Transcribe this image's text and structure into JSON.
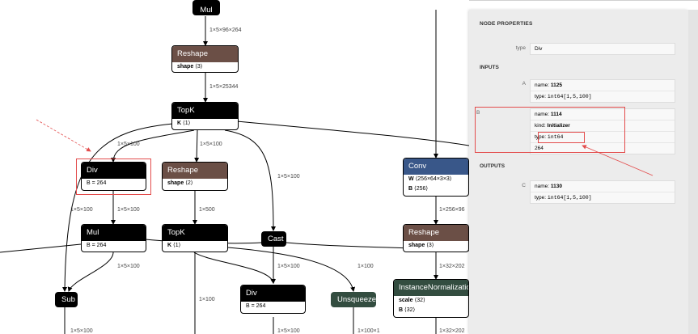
{
  "graph": {
    "nodes": {
      "mul_top": {
        "title": "Mul"
      },
      "reshape1": {
        "title": "Reshape",
        "attr_key": "shape",
        "attr_val": "⟨3⟩"
      },
      "topk1": {
        "title": "TopK",
        "attr_key": "K",
        "attr_val": "⟨1⟩"
      },
      "div1": {
        "title": "Div",
        "attr_key": "B",
        "attr_val": "= 264"
      },
      "reshape2": {
        "title": "Reshape",
        "attr_key": "shape",
        "attr_val": "⟨2⟩"
      },
      "mul2": {
        "title": "Mul",
        "attr_key": "B",
        "attr_val": "= 264"
      },
      "topk2": {
        "title": "TopK",
        "attr_key": "K",
        "attr_val": "⟨1⟩"
      },
      "cast": {
        "title": "Cast"
      },
      "sub": {
        "title": "Sub"
      },
      "div2": {
        "title": "Div",
        "attr_key": "B",
        "attr_val": "= 264"
      },
      "unsqueeze": {
        "title": "Unsqueeze"
      },
      "conv": {
        "title": "Conv",
        "attr1_key": "W",
        "attr1_val": "⟨256×64×3×3⟩",
        "attr2_key": "B",
        "attr2_val": "⟨256⟩"
      },
      "reshape3": {
        "title": "Reshape",
        "attr_key": "shape",
        "attr_val": "⟨3⟩"
      },
      "instnorm": {
        "title": "InstanceNormalization",
        "attr1_key": "scale",
        "attr1_val": "⟨32⟩",
        "attr2_key": "B",
        "attr2_val": "⟨32⟩"
      }
    },
    "edge_labels": {
      "e1": "1×5×96×264",
      "e2": "1×5×25344",
      "e3": "1×5×100",
      "e4": "1×5×100",
      "e5": "1×5×100",
      "e6": "1×5×100",
      "e7": "1×5×100",
      "e8": "1×500",
      "e9": "1×256×96",
      "e10": "1×5×100",
      "e11": "1×5×100",
      "e12": "1×100",
      "e13": "1×32×202",
      "e14": "1×100",
      "e15": "1×5×100",
      "e16": "1×5×100",
      "e17": "1×100×1",
      "e18": "1×32×202"
    }
  },
  "panel": {
    "title": "NODE PROPERTIES",
    "type_label": "type",
    "type_value": "Div",
    "inputs_title": "INPUTS",
    "input_a": {
      "label": "A",
      "name_key": "name:",
      "name_val": "1125",
      "type_key": "type:",
      "type_val": "int64[1,5,100]"
    },
    "input_b": {
      "label": "B",
      "name_key": "name:",
      "name_val": "1114",
      "kind_key": "kind:",
      "kind_val": "Initializer",
      "type_key": "type:",
      "type_val": "int64",
      "value": "264"
    },
    "outputs_title": "OUTPUTS",
    "output_c": {
      "label": "C",
      "name_key": "name:",
      "name_val": "1130",
      "type_key": "type:",
      "type_val": "int64[1,5,100]"
    }
  },
  "colors": {
    "node_black": "#000000",
    "node_brown": "#6b4f46",
    "node_blue": "#395789",
    "node_green": "#334d40",
    "annotation_red": "#e34c4c",
    "panel_bg": "#ececec"
  }
}
